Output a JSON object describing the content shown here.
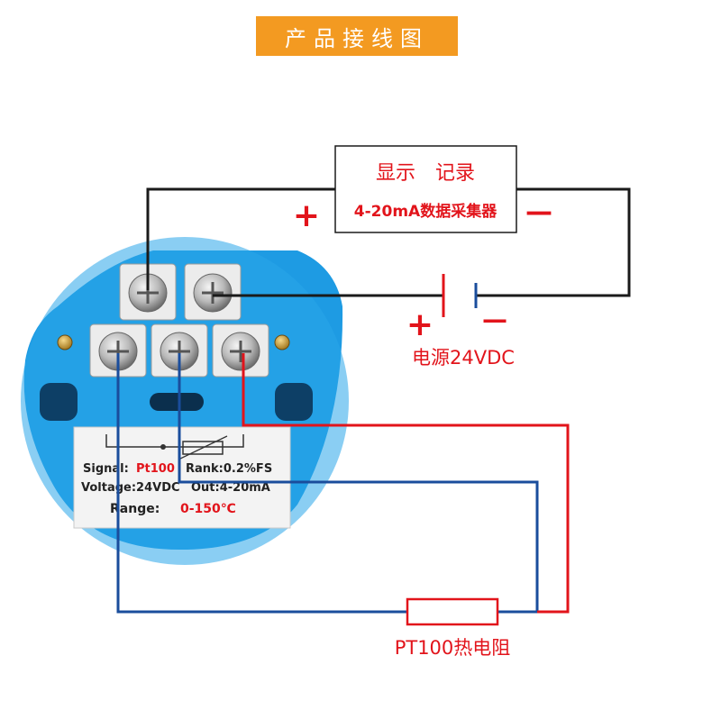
{
  "title": "产品接线图",
  "recorder": {
    "line1": "显示　记录",
    "line2": "4-20mA数据采集器",
    "plus": "+",
    "minus": "—"
  },
  "power": {
    "plus": "+",
    "minus": "—",
    "label": "电源24VDC"
  },
  "module_label": {
    "signal_key": "Signal:",
    "signal_val": "Pt100",
    "rank": "Rank:0.2%FS",
    "voltage": "Voltage:24VDC",
    "out": "Out:4-20mA",
    "range_key": "Range:",
    "range_val": "0-150℃"
  },
  "sensor": {
    "label": "PT100热电阻"
  },
  "colors": {
    "banner": "#f39a21",
    "module_blue": "#1e9be3",
    "wire_red": "#e2141b",
    "wire_blue": "#1a4d9c",
    "wire_black": "#1a1a1a",
    "label_red": "#e2141b"
  }
}
